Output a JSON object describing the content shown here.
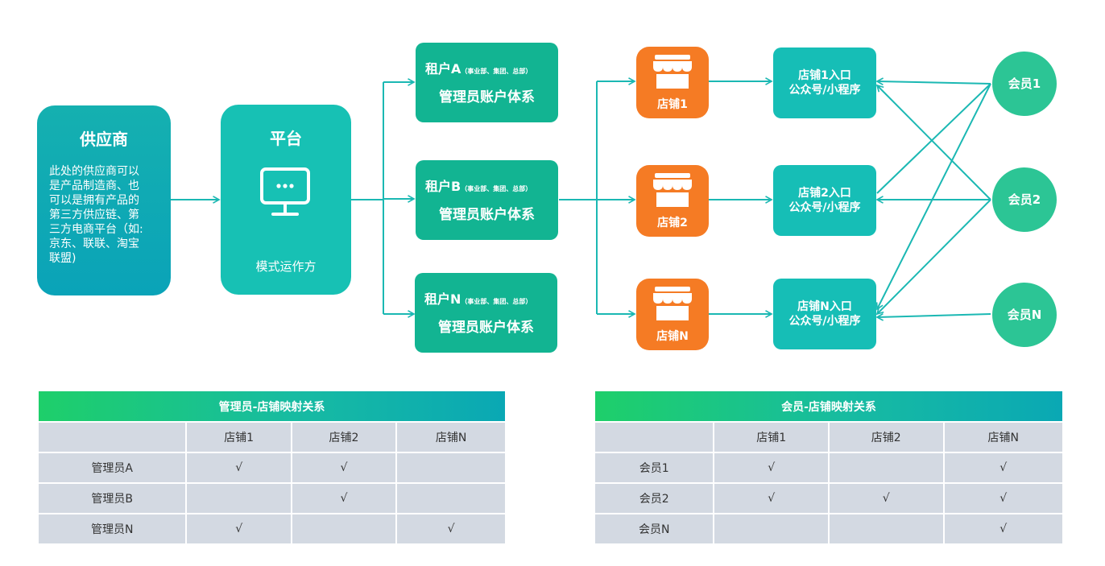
{
  "supplier": {
    "title": "供应商",
    "lines": [
      "此处的供应商可以",
      "是产品制造商、也",
      "可以是拥有产品的",
      "第三方供应链、第",
      "三方电商平台（如:",
      "京东、联联、淘宝",
      "联盟)"
    ]
  },
  "platform": {
    "title": "平台",
    "subtitle": "模式运作方",
    "monitor_icon": "monitor-icon"
  },
  "tenants": [
    {
      "name": "租户A",
      "note": "（事业部、集团、总部）",
      "system": "管理员账户体系"
    },
    {
      "name": "租户B",
      "note": "（事业部、集团、总部）",
      "system": "管理员账户体系"
    },
    {
      "name": "租户N",
      "note": "（事业部、集团、总部）",
      "system": "管理员账户体系"
    }
  ],
  "stores": [
    {
      "label": "店铺1",
      "icon": "storefront-icon"
    },
    {
      "label": "店铺2",
      "icon": "storefront-icon"
    },
    {
      "label": "店铺N",
      "icon": "storefront-icon"
    }
  ],
  "entries": [
    {
      "line1": "店铺1入口",
      "line2": "公众号/小程序"
    },
    {
      "line1": "店铺2入口",
      "line2": "公众号/小程序"
    },
    {
      "line1": "店铺N入口",
      "line2": "公众号/小程序"
    }
  ],
  "members": [
    {
      "label": "会员1"
    },
    {
      "label": "会员2"
    },
    {
      "label": "会员N"
    }
  ],
  "admin_table": {
    "title": "管理员-店铺映射关系",
    "columns": [
      "",
      "店铺1",
      "店铺2",
      "店铺N"
    ],
    "rows": [
      [
        "管理员A",
        "√",
        "√",
        ""
      ],
      [
        "管理员B",
        "",
        "√",
        ""
      ],
      [
        "管理员N",
        "√",
        "",
        "√"
      ]
    ]
  },
  "member_table": {
    "title": "会员-店铺映射关系",
    "columns": [
      "",
      "店铺1",
      "店铺2",
      "店铺N"
    ],
    "rows": [
      [
        "会员1",
        "√",
        "",
        "√"
      ],
      [
        "会员2",
        "√",
        "√",
        "√"
      ],
      [
        "会员N",
        "",
        "",
        "√"
      ]
    ]
  },
  "colors": {
    "line": "#1bb8b3",
    "supplier": "#0aa3b8",
    "platform": "#17c1b4",
    "tenant": "#12b492",
    "store": "#f57b24",
    "entry": "#16beb6",
    "member": "#2cc595",
    "table_cell": "#d3d9e2"
  }
}
